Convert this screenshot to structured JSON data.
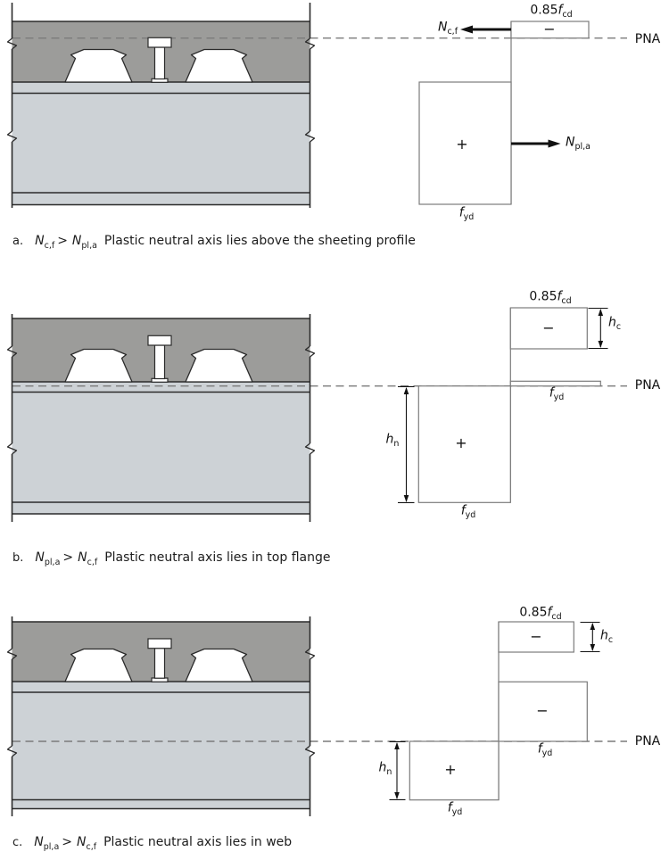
{
  "colors": {
    "concrete": "#9c9c9a",
    "steel": "#cdd2d6",
    "void_fill": "#ffffff",
    "outline": "#2b2b2b",
    "diagram_stroke": "#7b7b7b",
    "dash": "#7b7b7b",
    "ink": "#111111",
    "background": "#ffffff"
  },
  "symbols": {
    "fcd_prefix": "0.85",
    "f": "f",
    "fcd_sub": "cd",
    "fyd_sub": "yd",
    "minus": "−",
    "plus": "+",
    "pna": "PNA",
    "h": "h",
    "hc_sub": "c",
    "hn_sub": "n",
    "N": "N",
    "ncf_sub": "c,f",
    "npla_sub": "pl,a"
  },
  "figures": [
    {
      "id": "a",
      "index_label": "a.",
      "relation": {
        "lhs_main": "N",
        "lhs_sub": "c,f",
        "operator": ">",
        "rhs_main": "N",
        "rhs_sub": "pl,a"
      },
      "caption": "Plastic neutral axis lies above the sheeting profile"
    },
    {
      "id": "b",
      "index_label": "b.",
      "relation": {
        "lhs_main": "N",
        "lhs_sub": "pl,a",
        "operator": ">",
        "rhs_main": "N",
        "rhs_sub": "c,f"
      },
      "caption": "Plastic neutral axis lies in top flange"
    },
    {
      "id": "c",
      "index_label": "c.",
      "relation": {
        "lhs_main": "N",
        "lhs_sub": "pl,a",
        "operator": ">",
        "rhs_main": "N",
        "rhs_sub": "c,f"
      },
      "caption": "Plastic neutral axis lies in web"
    }
  ]
}
